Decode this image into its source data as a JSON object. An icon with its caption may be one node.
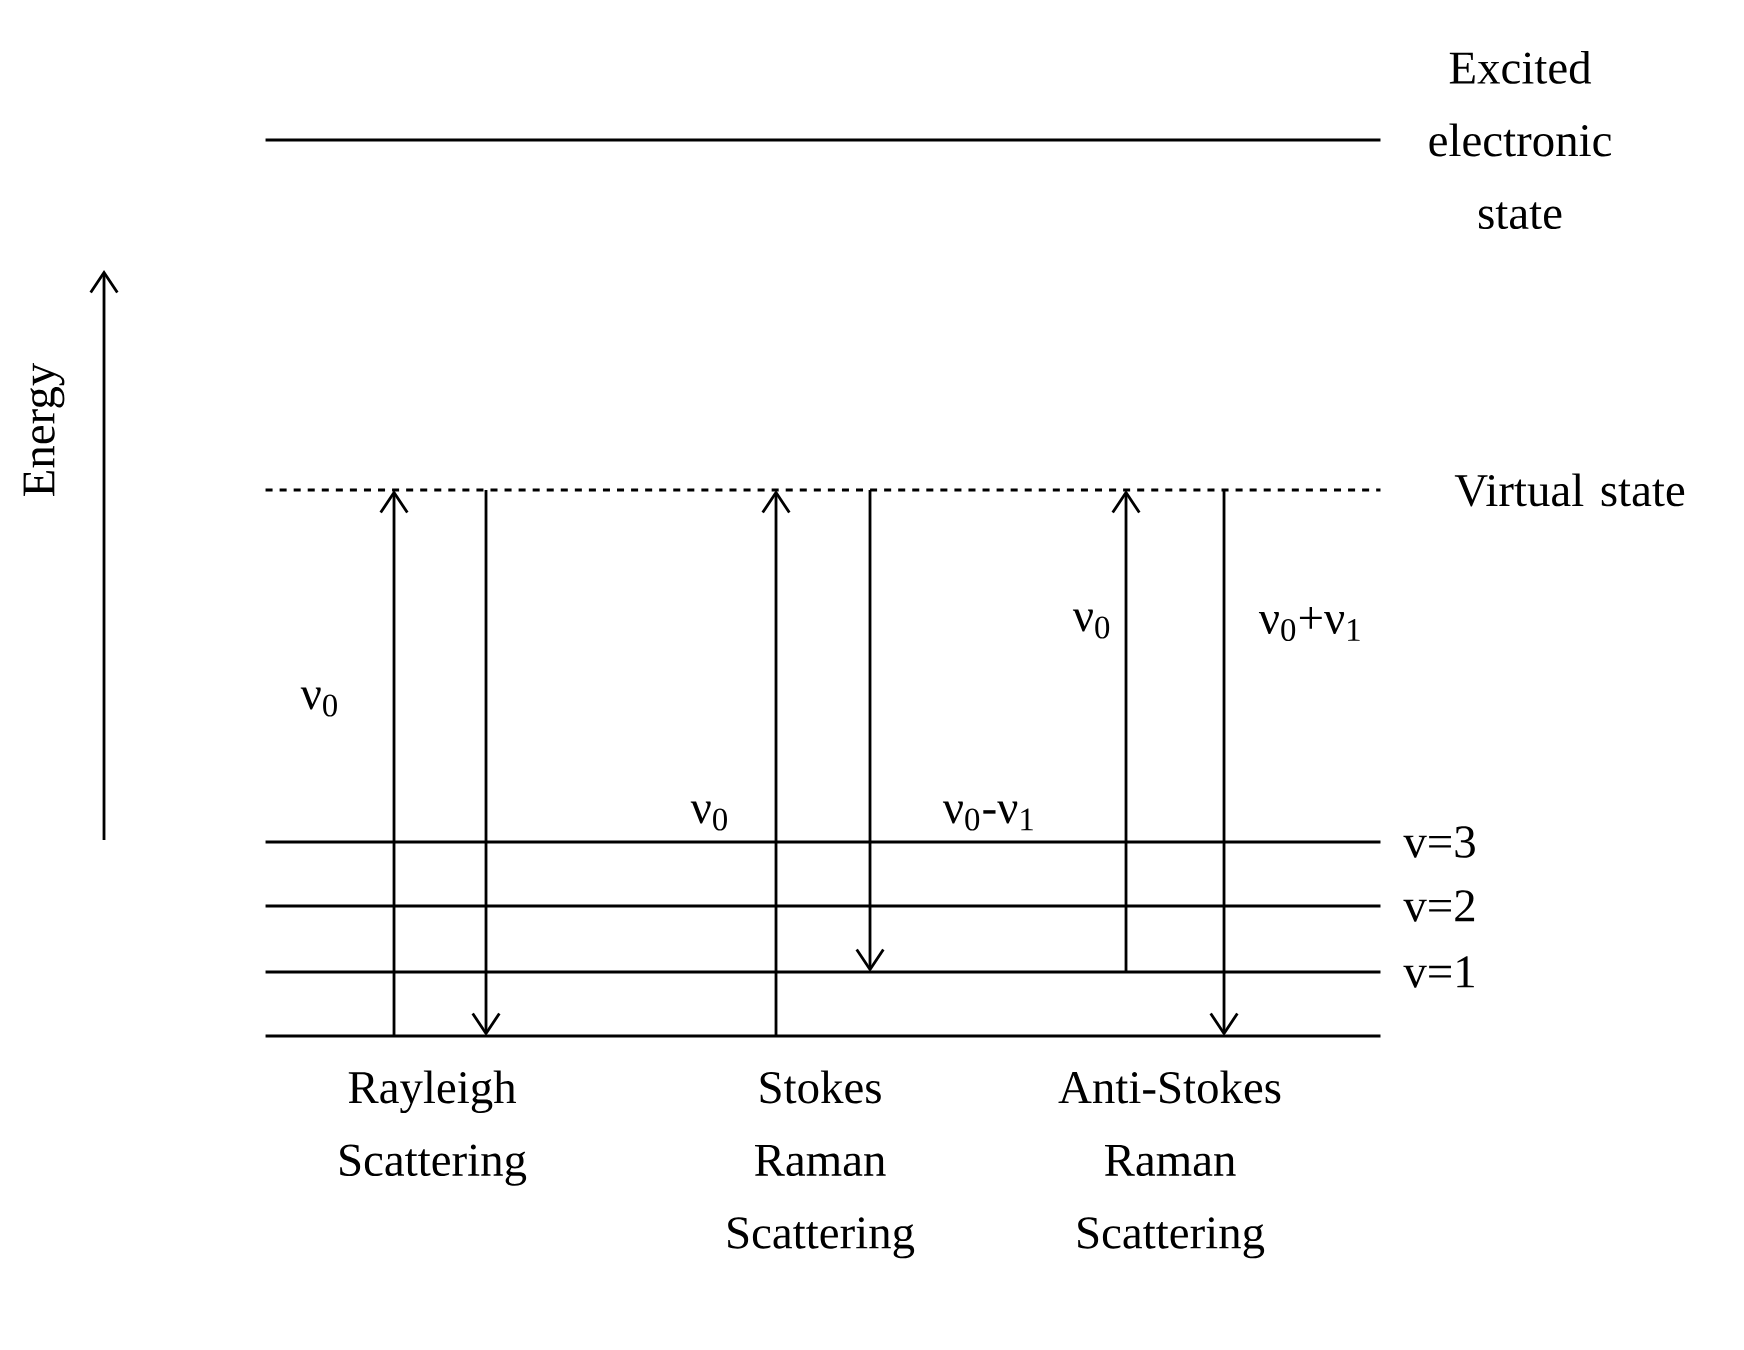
{
  "diagram": {
    "nodes": [
      {
        "text": [],
        "shape": "bar",
        "beside": [
          "Excited electronic state"
        ]
      },
      {
        "text": [],
        "shape": "bar",
        "beside": [
          "Virtual state"
        ]
      },
      {
        "text": [],
        "shape": "bar",
        "beside": [
          "v=3"
        ]
      },
      {
        "text": [],
        "shape": "bar",
        "beside": [
          "v=2"
        ]
      },
      {
        "text": [],
        "shape": "bar",
        "beside": [
          "v=1"
        ]
      },
      {
        "text": [],
        "shape": "bar"
      }
    ],
    "edges": [
      {
        "from": 5,
        "to": 1,
        "arrow": "to",
        "label": "ν$_{0}$"
      },
      {
        "from": 1,
        "to": 5,
        "arrow": "to"
      },
      {
        "from": 5,
        "to": 1,
        "arrow": "to",
        "label": "ν$_{0}$"
      },
      {
        "from": 1,
        "to": 4,
        "arrow": "to",
        "label": "ν$_{0}$-ν$_{1}$"
      },
      {
        "from": 4,
        "to": 1,
        "arrow": "to",
        "label": "ν$_{0}$"
      },
      {
        "from": 1,
        "to": 5,
        "arrow": "to",
        "label": "ν$_{0}$+ν$_{1}$"
      }
    ],
    "labels": [
      "Energy",
      "Rayleigh Scattering",
      "Stokes Raman Scattering",
      "Anti-Stokes Raman Scattering"
    ]
  }
}
